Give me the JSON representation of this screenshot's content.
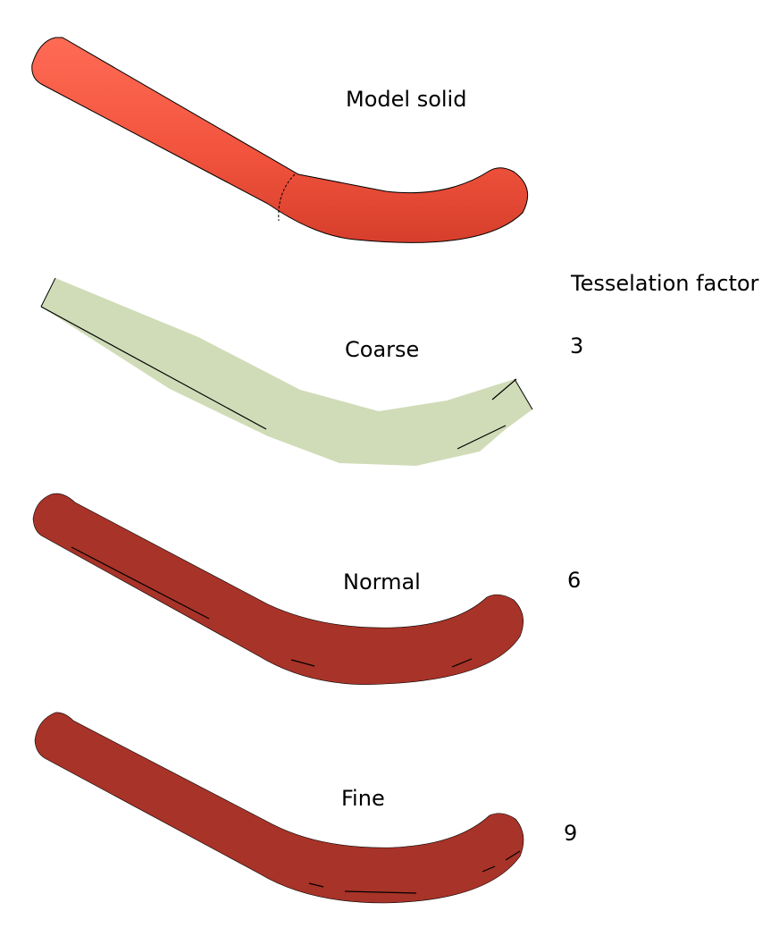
{
  "labels": {
    "model_solid": "Model solid",
    "tesselation_header": "Tesselation factor",
    "coarse": "Coarse",
    "normal": "Normal",
    "fine": "Fine"
  },
  "factors": {
    "coarse": "3",
    "normal": "6",
    "fine": "9"
  },
  "colors": {
    "model_solid": "#f2543e",
    "coarse": "#d0dcb8",
    "normal": "#a83328",
    "fine": "#a83328",
    "edge": "#000000"
  }
}
